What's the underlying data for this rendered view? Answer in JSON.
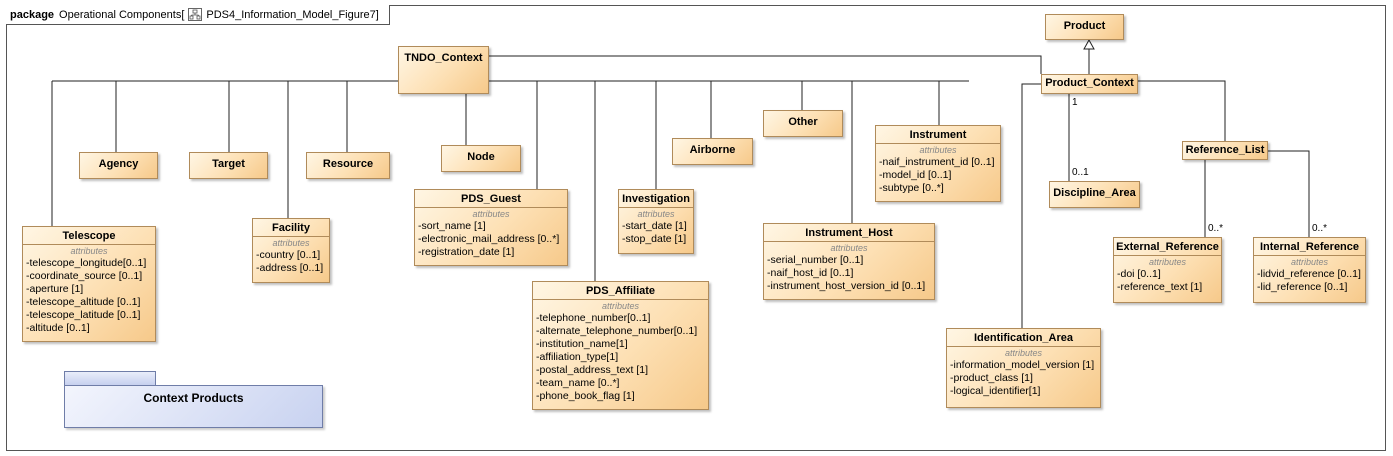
{
  "package": {
    "keyword": "package",
    "name": "Operational Components",
    "bracket_open": "[",
    "diagram_icon": "class-diagram-icon",
    "diagram_name": "PDS4_Information_Model_Figure7",
    "bracket_close": "]"
  },
  "classes": {
    "tndo_context": {
      "name": "TNDO_Context"
    },
    "product": {
      "name": "Product"
    },
    "product_context": {
      "name": "Product_Context"
    },
    "agency": {
      "name": "Agency"
    },
    "target": {
      "name": "Target"
    },
    "resource": {
      "name": "Resource"
    },
    "node": {
      "name": "Node"
    },
    "airborne": {
      "name": "Airborne"
    },
    "other": {
      "name": "Other"
    },
    "discipline_area": {
      "name": "Discipline_Area"
    },
    "reference_list": {
      "name": "Reference_List"
    },
    "telescope": {
      "name": "Telescope",
      "stereotype": "attributes",
      "attributes": [
        "-telescope_longitude[0..1]",
        "-coordinate_source [0..1]",
        "-aperture [1]",
        "-telescope_altitude [0..1]",
        "-telescope_latitude [0..1]",
        "-altitude [0..1]"
      ]
    },
    "facility": {
      "name": "Facility",
      "stereotype": "attributes",
      "attributes": [
        "-country [0..1]",
        "-address [0..1]"
      ]
    },
    "pds_guest": {
      "name": "PDS_Guest",
      "stereotype": "attributes",
      "attributes": [
        "-sort_name [1]",
        "-electronic_mail_address [0..*]",
        "-registration_date [1]"
      ]
    },
    "investigation": {
      "name": "Investigation",
      "stereotype": "attributes",
      "attributes": [
        "-start_date [1]",
        "-stop_date [1]"
      ]
    },
    "pds_affiliate": {
      "name": "PDS_Affiliate",
      "stereotype": "attributes",
      "attributes": [
        "-telephone_number[0..1]",
        "-alternate_telephone_number[0..1]",
        "-institution_name[1]",
        "-affiliation_type[1]",
        "-postal_address_text [1]",
        "-team_name [0..*]",
        "-phone_book_flag [1]"
      ]
    },
    "instrument": {
      "name": "Instrument",
      "stereotype": "attributes",
      "attributes": [
        "-naif_instrument_id [0..1]",
        "-model_id [0..1]",
        "-subtype [0..*]"
      ]
    },
    "instrument_host": {
      "name": "Instrument_Host",
      "stereotype": "attributes",
      "attributes": [
        "-serial_number [0..1]",
        "-naif_host_id [0..1]",
        "-instrument_host_version_id [0..1]"
      ]
    },
    "identification_area": {
      "name": "Identification_Area",
      "stereotype": "attributes",
      "attributes": [
        "-information_model_version [1]",
        "-product_class [1]",
        "-logical_identifier[1]"
      ]
    },
    "external_reference": {
      "name": "External_Reference",
      "stereotype": "attributes",
      "attributes": [
        "-doi [0..1]",
        "-reference_text [1]"
      ]
    },
    "internal_reference": {
      "name": "Internal_Reference",
      "stereotype": "attributes",
      "attributes": [
        "-lidvid_reference [0..1]",
        "-lid_reference [0..1]"
      ]
    }
  },
  "multiplicities": {
    "product_context_end": "1",
    "discipline_area_end": "0..1",
    "external_reference_end": "0..*",
    "internal_reference_end": "0..*"
  },
  "context_products_package": {
    "name": "Context Products"
  }
}
